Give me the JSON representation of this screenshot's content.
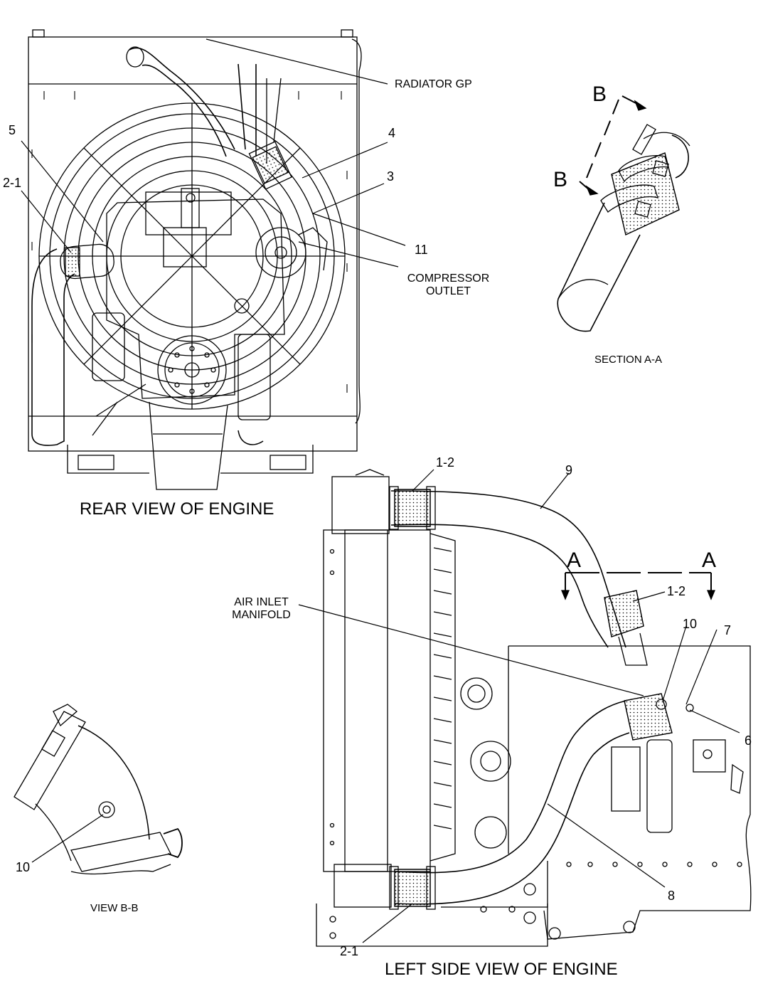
{
  "rear_view": {
    "title": "REAR VIEW OF ENGINE",
    "callouts": {
      "radiator": "RADIATOR GP",
      "c5": "5",
      "c4": "4",
      "c3": "3",
      "c2_1": "2-1",
      "c11": "11",
      "compressor_line1": "COMPRESSOR",
      "compressor_line2": "OUTLET"
    }
  },
  "section_aa": {
    "title": "SECTION A-A",
    "b_top": "B",
    "b_bottom": "B"
  },
  "view_bb": {
    "title": "VIEW B-B",
    "c10": "10"
  },
  "left_view": {
    "title": "LEFT SIDE VIEW OF ENGINE",
    "callouts": {
      "c1_2_top": "1-2",
      "c9": "9",
      "a_left": "A",
      "a_right": "A",
      "c1_2_mid": "1-2",
      "air_inlet_line1": "AIR INLET",
      "air_inlet_line2": "MANIFOLD",
      "c10": "10",
      "c7": "7",
      "c6": "6",
      "c8": "8",
      "c2_1": "2-1"
    }
  },
  "colors": {
    "ink": "#000000",
    "paper": "#ffffff",
    "shade": "#d9d9d9"
  }
}
